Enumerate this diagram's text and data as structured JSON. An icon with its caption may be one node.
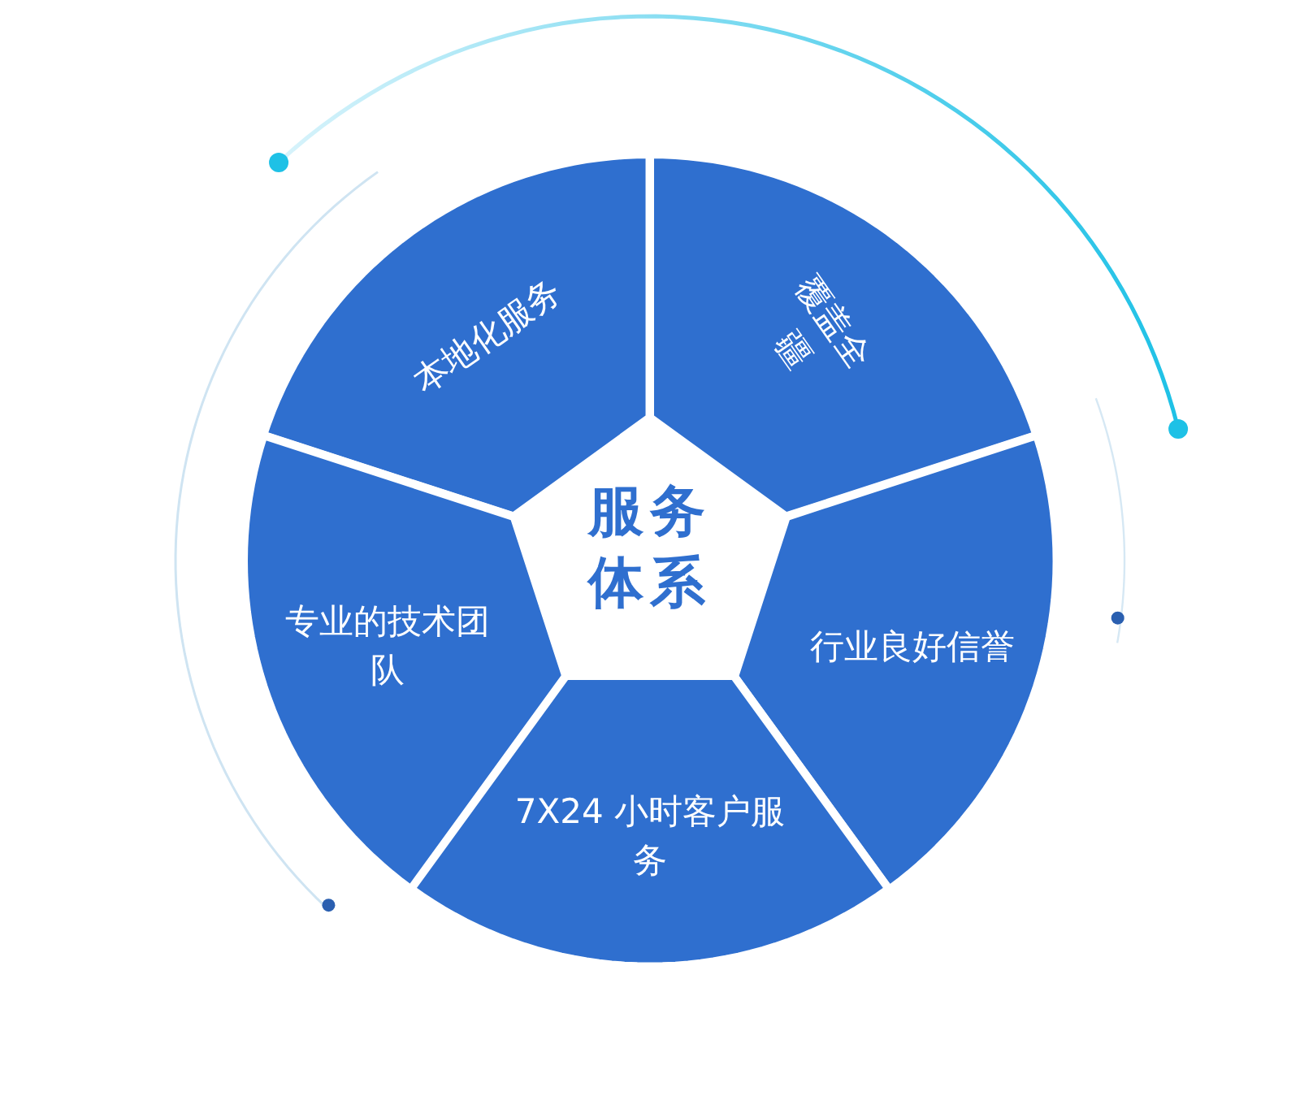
{
  "diagram": {
    "nodes": [
      {
        "text": [
          "服务体系"
        ]
      },
      {
        "text": [
          "本地化服务"
        ]
      },
      {
        "text": [
          "覆盖全疆"
        ]
      },
      {
        "text": [
          "专业的技术团队"
        ]
      },
      {
        "text": [
          "行业良好信誉"
        ]
      },
      {
        "text": [
          "7X24 小时客户服务"
        ]
      }
    ]
  }
}
